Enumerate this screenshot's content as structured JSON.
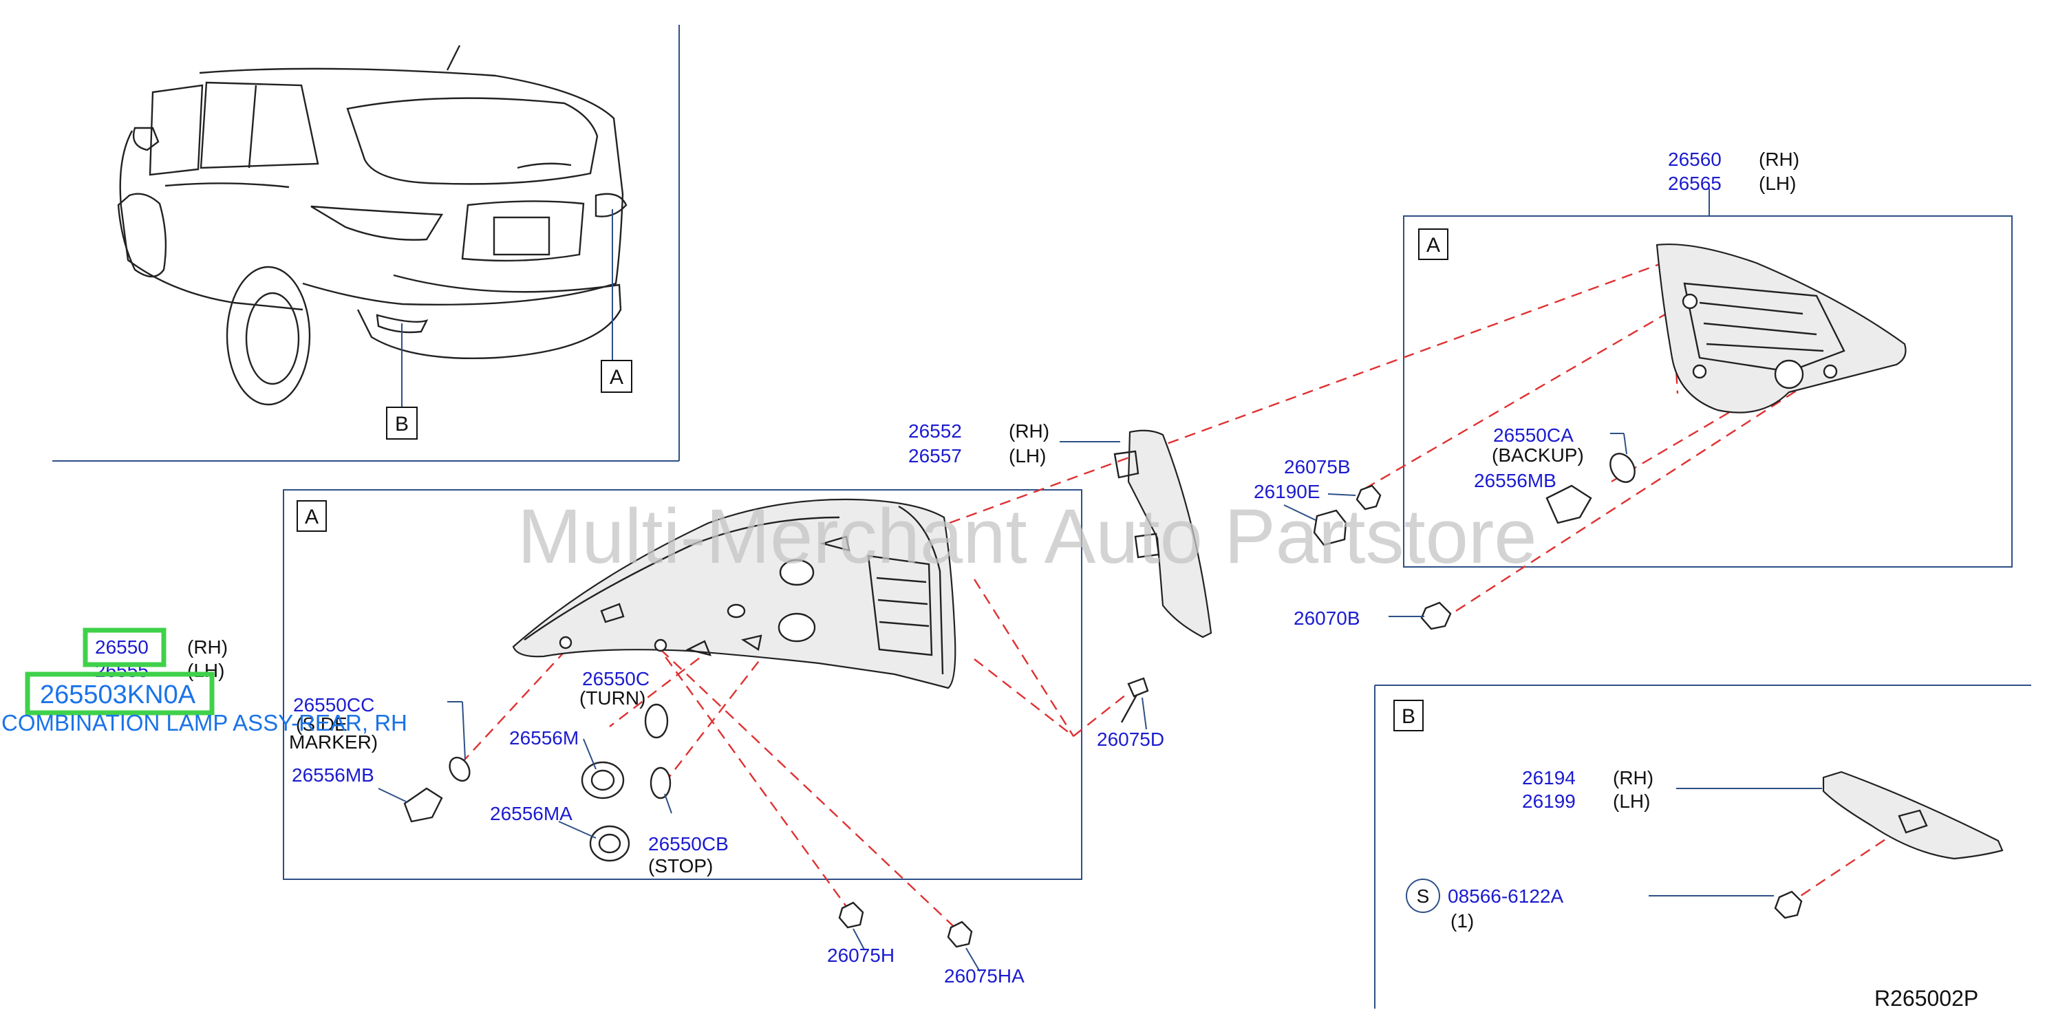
{
  "watermark": "Multi-Merchant Auto Partstore",
  "diagram_ref": "R265002P",
  "highlight": {
    "part_number": "265503KN0A",
    "description": "COMBINATION LAMP ASSY-REAR, RH"
  },
  "callouts": {
    "vehicle_a": "A",
    "vehicle_b": "B",
    "section_a_main": "A",
    "section_a_inner": "A",
    "section_b": "B"
  },
  "parts": {
    "p26550": "26550",
    "p26550_side": "(RH)",
    "p26555": "26555",
    "p26555_side": "(LH)",
    "p26552": "26552",
    "p26552_side": "(RH)",
    "p26557": "26557",
    "p26557_side": "(LH)",
    "p26560": "26560",
    "p26560_side": "(RH)",
    "p26565": "26565",
    "p26565_side": "(LH)",
    "p26550CA": "26550CA",
    "p26550CA_note": "(BACKUP)",
    "p26556MB_upper": "26556MB",
    "p26075B": "26075B",
    "p26190E": "26190E",
    "p26070B": "26070B",
    "p26550CC": "26550CC",
    "p26550CC_note1": "(SIDE",
    "p26550CC_note2": "MARKER)",
    "p26556MB_lower": "26556MB",
    "p26550C": "26550C",
    "p26550C_note": "(TURN)",
    "p26556M": "26556M",
    "p26556MA": "26556MA",
    "p26550CB": "26550CB",
    "p26550CB_note": "(STOP)",
    "p26075D": "26075D",
    "p26075H": "26075H",
    "p26075HA": "26075HA",
    "p26194": "26194",
    "p26194_side": "(RH)",
    "p26199": "26199",
    "p26199_side": "(LH)",
    "s_symbol": "S",
    "p08566": "08566-6122A",
    "p08566_qty": "(1)"
  }
}
